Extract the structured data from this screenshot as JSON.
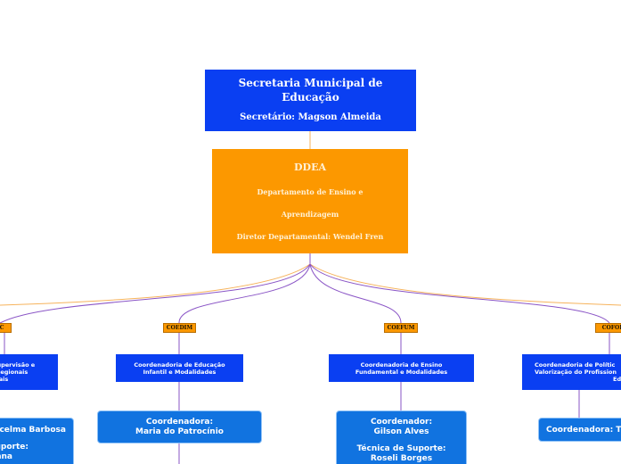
{
  "root": {
    "title": "Secretaria Municipal de Educação",
    "subtitle": "Secretário: Magson Almeida"
  },
  "department": {
    "acronym": "DDEA",
    "name_line1": "Departamento de Ensino e",
    "name_line2": "Aprendizagem",
    "director": "Diretor Departamental: Wendel Fren"
  },
  "branches": [
    {
      "tag": "UC",
      "coordination": "Supervisão e Regionais nais",
      "coord_lines": [
        "Supervisão e",
        "Regionais",
        "nais"
      ],
      "person_lines": [
        "celma Barbosa",
        "",
        "Suporte:",
        "iana"
      ]
    },
    {
      "tag": "COEDIM",
      "coordination": "Coordenadoria de Educação Infantil e Modalidades",
      "coord_lines": [
        "Coordenadoria de Educação",
        "Infantil e Modalidades"
      ],
      "person_lines": [
        "Coordenadora:",
        "Maria do Patrocínio"
      ]
    },
    {
      "tag": "COEFUM",
      "coordination": "Coordenadoria de Ensino Fundamental e Modalidades",
      "coord_lines": [
        "Coordenadoria de Ensino",
        "Fundamental e Modalidades"
      ],
      "person_lines": [
        "Coordenador:",
        "Gilson Alves",
        "",
        "Técnica de Suporte:",
        "Roseli Borges"
      ]
    },
    {
      "tag": "COFOR",
      "coordination": "Coordenadoria de Políticas de Valorização do Profissional da Educação",
      "coord_lines": [
        "Coordenadoria de Polític",
        "Valorização do Profission",
        "Educa"
      ],
      "person_lines": [
        "Coordenadora: T"
      ]
    }
  ],
  "colors": {
    "root_bg": "#0a3ff2",
    "dept_bg": "#fc9800",
    "tag_bg": "#fc9800",
    "coord_bg": "#0a3ff2",
    "person_bg": "#1173e0",
    "line_purple": "#8a55c6",
    "line_orange": "#f6b35c"
  }
}
